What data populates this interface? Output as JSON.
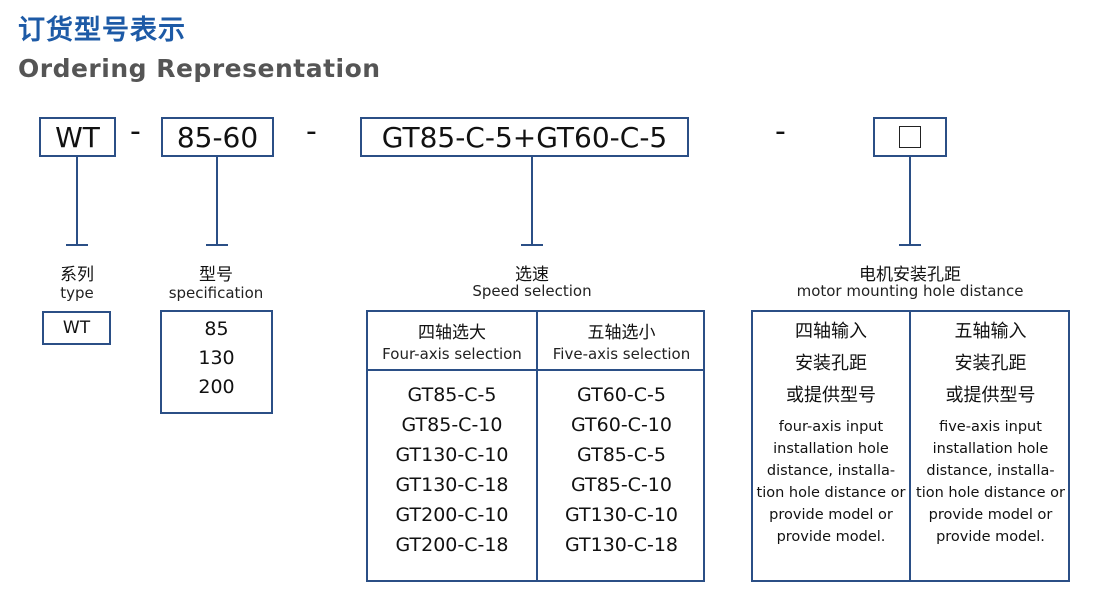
{
  "header": {
    "title_cn": "订货型号表示",
    "title_en": "Ordering  Representation"
  },
  "code": {
    "series": "WT",
    "spec": "85-60",
    "speed": "GT85-C-5+GT60-C-5",
    "separator": "-",
    "mount_placeholder": "□"
  },
  "series_section": {
    "label_cn": "系列",
    "label_en": "type",
    "values": [
      "WT"
    ]
  },
  "spec_section": {
    "label_cn": "型号",
    "label_en": "specification",
    "values": [
      "85",
      "130",
      "200"
    ]
  },
  "speed_section": {
    "label_cn": "选速",
    "label_en": "Speed selection",
    "col1_cn": "四轴选大",
    "col1_en": "Four-axis selection",
    "col2_cn": "五轴选小",
    "col2_en": "Five-axis selection",
    "col1_values": [
      "GT85-C-5",
      "GT85-C-10",
      "GT130-C-10",
      "GT130-C-18",
      "GT200-C-10",
      "GT200-C-18"
    ],
    "col2_values": [
      "GT60-C-5",
      "GT60-C-10",
      "GT85-C-5",
      "GT85-C-10",
      "GT130-C-10",
      "GT130-C-18"
    ]
  },
  "mount_section": {
    "label_cn": "电机安装孔距",
    "label_en": "motor mounting hole distance",
    "col1_cn": [
      "四轴输入",
      "安装孔距",
      "或提供型号"
    ],
    "col1_en": [
      "four-axis input",
      "installation hole",
      "distance, installa-",
      "tion hole distance or",
      "provide model or",
      "provide model."
    ],
    "col2_cn": [
      "五轴输入",
      "安装孔距",
      "或提供型号"
    ],
    "col2_en": [
      "five-axis input",
      "installation hole",
      "distance, installa-",
      "tion hole distance or",
      "provide model or",
      "provide model."
    ]
  },
  "colors": {
    "title_blue": "#1d5aa6",
    "line_blue": "#2b4f86",
    "subtitle_gray": "#555555"
  }
}
